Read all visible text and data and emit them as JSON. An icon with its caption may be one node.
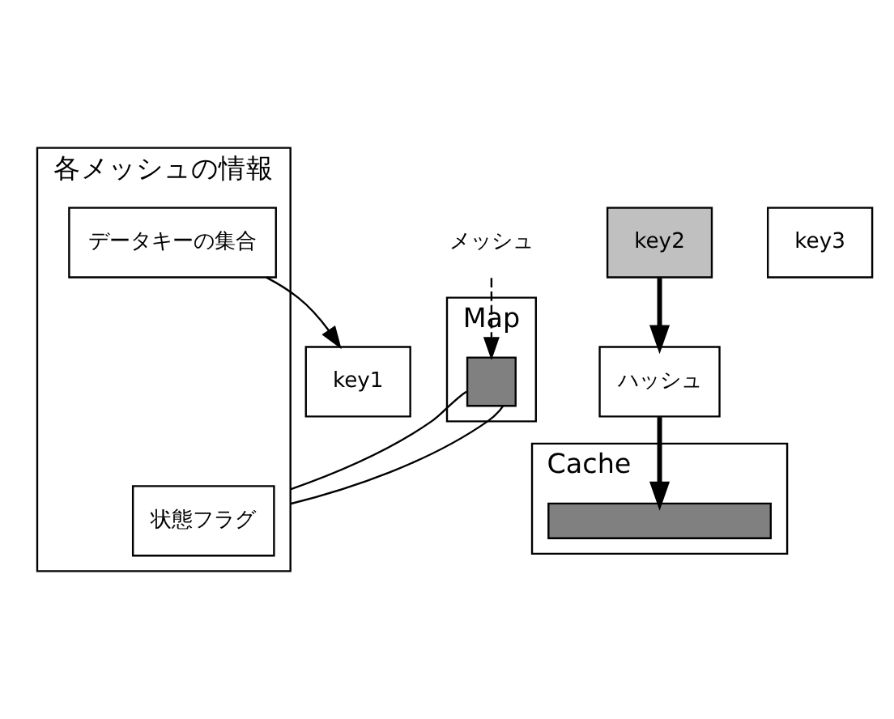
{
  "diagram": {
    "nodes": [
      {
        "text": [
          "Map"
        ]
      },
      {
        "text": [],
        "shape": "box",
        "in": 0
      },
      {
        "text": [
          "メッシュ"
        ]
      },
      {
        "text": [
          "各メッシュの情報"
        ]
      },
      {
        "text": [
          "状態フラグ"
        ],
        "in": 3
      },
      {
        "text": [
          "データキーの集合"
        ],
        "in": 3
      },
      {
        "text": [
          "key1"
        ]
      },
      {
        "text": [
          "key2"
        ]
      },
      {
        "text": [
          "key3"
        ]
      },
      {
        "text": [
          "ハッシュ"
        ]
      },
      {
        "text": [
          "Cache"
        ]
      },
      {
        "text": [],
        "shape": "bar",
        "in": 10
      }
    ],
    "edges": [
      {
        "from": 2,
        "to": 1,
        "arrow": "to",
        "style": "dashed"
      },
      {
        "from": 1,
        "to": 3,
        "arrow": "none"
      },
      {
        "from": 1,
        "to": 3,
        "arrow": "none"
      },
      {
        "from": 5,
        "to": 6,
        "arrow": "to"
      },
      {
        "from": 7,
        "to": 9,
        "arrow": "to",
        "style": "thick"
      },
      {
        "from": 9,
        "to": 11,
        "arrow": "to",
        "style": "thick"
      }
    ]
  }
}
